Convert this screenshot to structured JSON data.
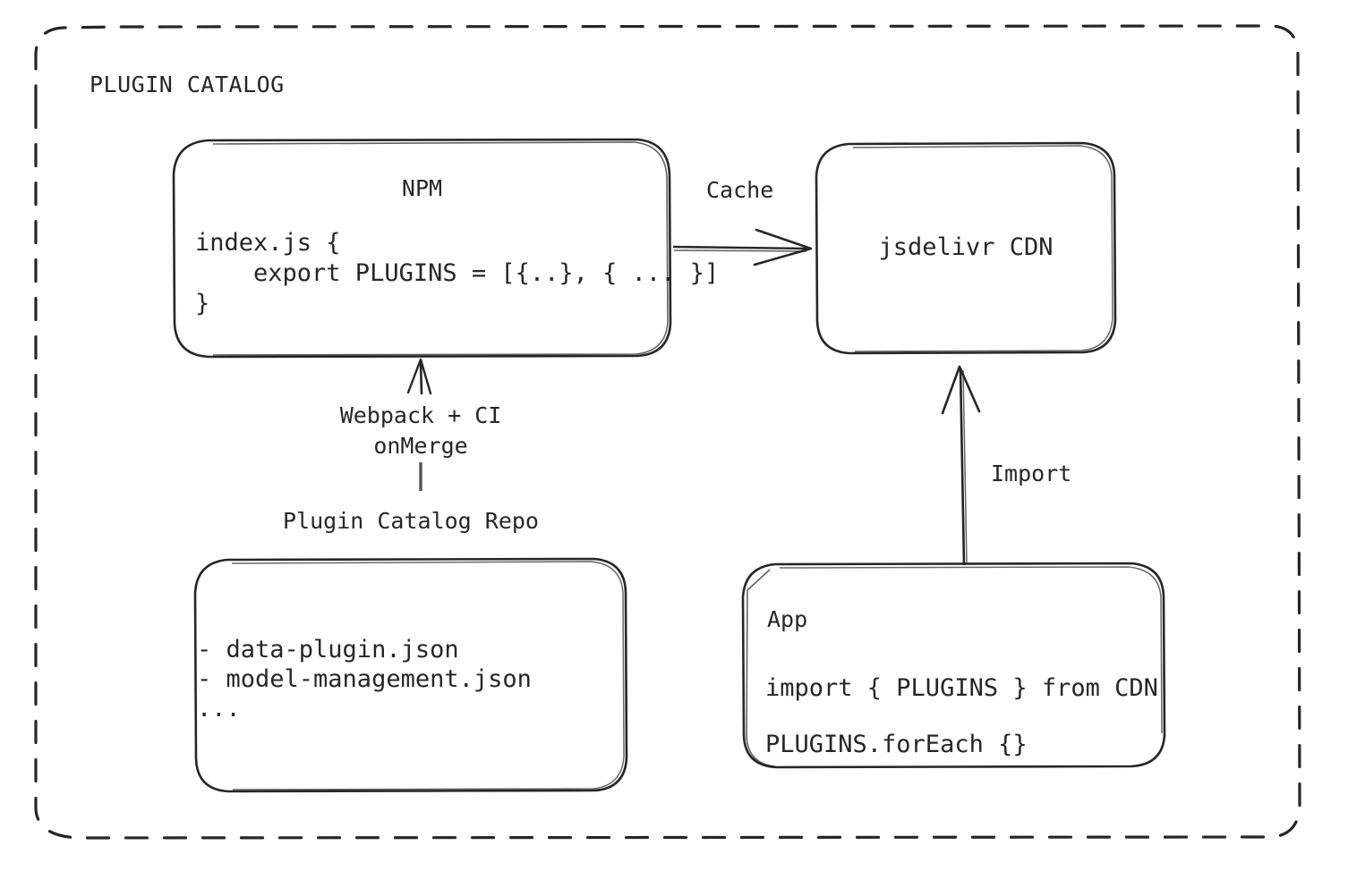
{
  "diagram": {
    "group": {
      "title": "PLUGIN CATALOG"
    },
    "nodes": {
      "npm": {
        "title": "NPM",
        "code": "index.js {\n    export PLUGINS = [{..}, { ... }]\n}"
      },
      "cdn": {
        "title": "jsdelivr CDN"
      },
      "repo": {
        "caption": "Plugin Catalog Repo",
        "files": "- data-plugin.json\n- model-management.json\n..."
      },
      "app": {
        "title": "App",
        "line1": "import { PLUGINS } from CDN",
        "line2": "PLUGINS.forEach {}"
      }
    },
    "edges": {
      "cache": {
        "label": "Cache"
      },
      "webpack": {
        "label": "Webpack + CI\nonMerge"
      },
      "import": {
        "label": "Import"
      }
    },
    "colors": {
      "stroke": "#262626",
      "background": "#ffffff"
    }
  }
}
